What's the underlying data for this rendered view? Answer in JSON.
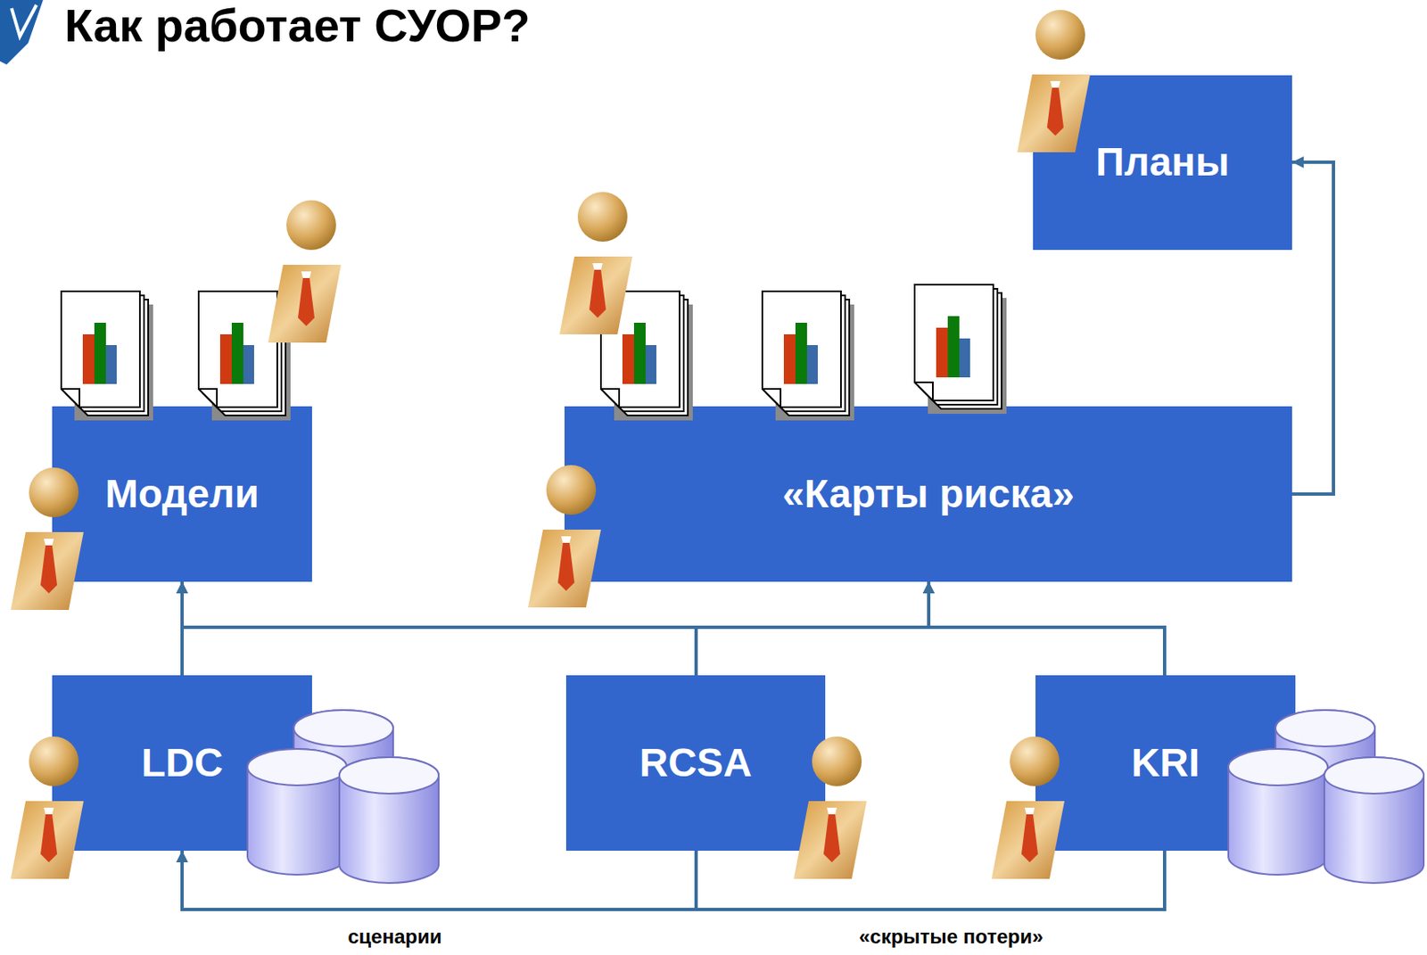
{
  "diagram": {
    "title": "Как работает СУОР?",
    "nodes": [
      {
        "text": [
          "Планы"
        ]
      },
      {
        "text": [
          "Модели"
        ]
      },
      {
        "text": [
          "«Карты риска»"
        ]
      },
      {
        "text": [
          "LDC"
        ]
      },
      {
        "text": [
          "RCSA"
        ]
      },
      {
        "text": [
          "KRI"
        ]
      }
    ],
    "edges": [
      {
        "from": 2,
        "to": 0,
        "arrow": "to"
      },
      {
        "from": 3,
        "to": 1,
        "arrow": "to"
      },
      {
        "from": 3,
        "to": 2,
        "arrow": "to"
      },
      {
        "from": 4,
        "to": 1,
        "arrow": "to"
      },
      {
        "from": 4,
        "to": 2,
        "arrow": "to"
      },
      {
        "from": 5,
        "to": 1,
        "arrow": "to"
      },
      {
        "from": 5,
        "to": 2,
        "arrow": "to"
      },
      {
        "from": 4,
        "to": 3,
        "arrow": "to",
        "label": "сценарии"
      },
      {
        "from": 5,
        "to": 3,
        "arrow": "to",
        "label": "«скрытые потери»"
      }
    ]
  }
}
